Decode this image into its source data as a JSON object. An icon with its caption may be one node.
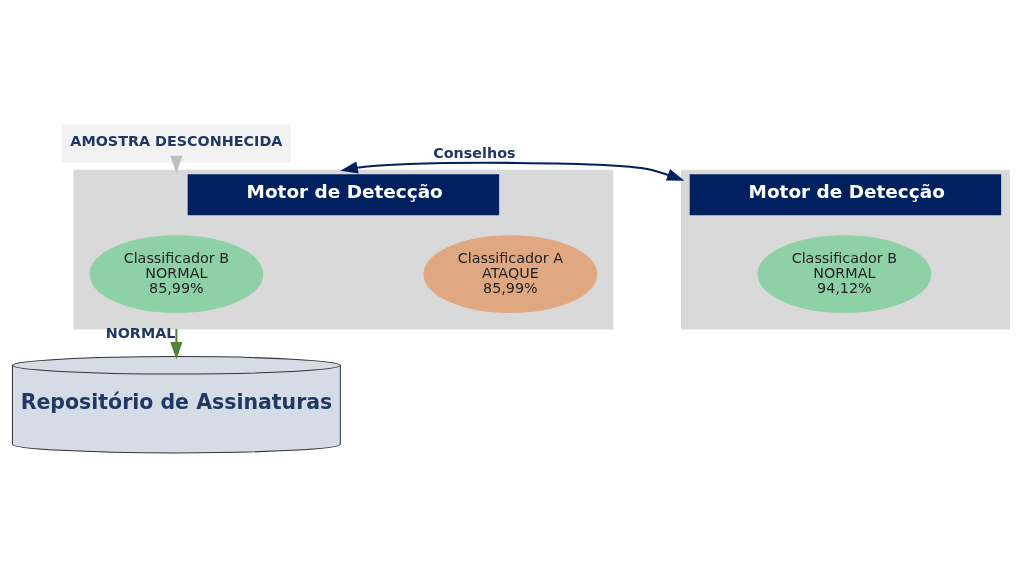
{
  "diagram": {
    "nodes": [
      {
        "text": [
          "AMOSTRA DESCONHECIDA"
        ]
      },
      {
        "text": [
          "Motor de Detecção"
        ]
      },
      {
        "text": [
          "Classificador A",
          "ATAQUE",
          "85,99%"
        ],
        "in": 1
      },
      {
        "text": [
          "Classificador B",
          "NORMAL",
          "85,99%"
        ],
        "in": 1
      },
      {
        "text": [
          "Motor de Detecção"
        ]
      },
      {
        "text": [
          "Classificador B",
          "NORMAL",
          "94,12%"
        ],
        "in": 4
      },
      {
        "text": [
          "Repositório de Assinaturas"
        ]
      }
    ],
    "edges": [
      {
        "from": 0,
        "to": 1,
        "arrow": "to",
        "color": "#bfbfbf"
      },
      {
        "from": 1,
        "to": 4,
        "arrow": "both",
        "label": "Conselhos",
        "color": "#002060"
      },
      {
        "from": 1,
        "to": 6,
        "arrow": "to",
        "label": "NORMAL",
        "color": "#548235"
      }
    ]
  }
}
